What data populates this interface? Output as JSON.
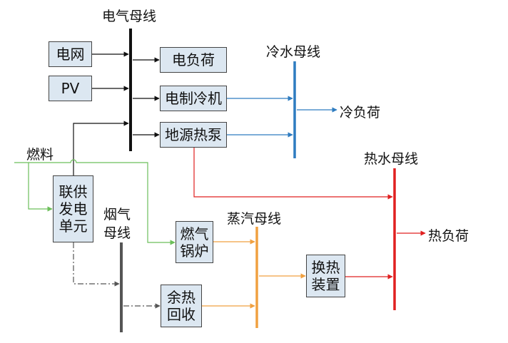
{
  "buses": {
    "electric": "电气母线",
    "cold_water": "冷水母线",
    "hot_water": "热水母线",
    "steam": "蒸汽母线",
    "flue_gas_line1": "烟气",
    "flue_gas_line2": "母线"
  },
  "nodes": {
    "grid": "电网",
    "pv": "PV",
    "elec_load": "电负荷",
    "elec_chiller": "电制冷机",
    "ground_heat_pump": "地源热泵",
    "chp": [
      "联供",
      "发电",
      "单元"
    ],
    "gas_boiler": [
      "燃气",
      "锅炉"
    ],
    "waste_heat": [
      "余热",
      "回收"
    ],
    "heat_exchanger": [
      "换热",
      "装置"
    ]
  },
  "labels": {
    "fuel": "燃料",
    "cold_load": "冷负荷",
    "heat_load": "热负荷"
  },
  "colors": {
    "electric_line": "#111111",
    "cold_line": "#2e7cc0",
    "hot_line": "#e02020",
    "steam_line": "#f0a040",
    "fuel_line": "#6cbf5a",
    "flue_line": "#555555",
    "node_fill": "#dce7f1"
  }
}
